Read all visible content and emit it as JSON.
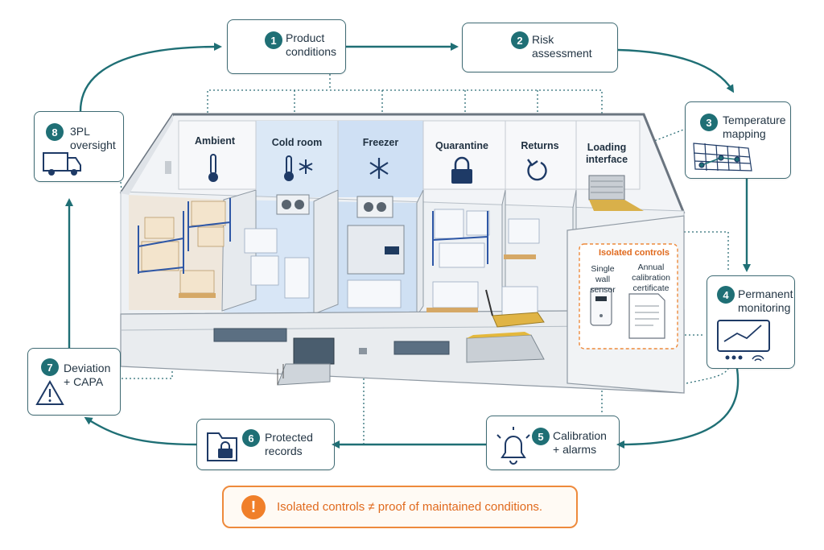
{
  "steps": [
    {
      "num": "1",
      "label_line1": "Product",
      "label_line2": "conditions",
      "icon": "thermometer-icon"
    },
    {
      "num": "2",
      "label_line1": "Risk",
      "label_line2": "assessment",
      "icon": "clipboard-warning-icon"
    },
    {
      "num": "3",
      "label_line1": "Temperature",
      "label_line2": "mapping",
      "icon": "grid-map-icon"
    },
    {
      "num": "4",
      "label_line1": "Permanent",
      "label_line2": "monitoring",
      "icon": "monitor-chart-icon"
    },
    {
      "num": "5",
      "label_line1": "Calibration",
      "label_line2": "+ alarms",
      "icon": "bell-icon"
    },
    {
      "num": "6",
      "label_line1": "Protected",
      "label_line2": "records",
      "icon": "locked-folder-icon"
    },
    {
      "num": "7",
      "label_line1": "Deviation",
      "label_line2": "+ CAPA",
      "icon": "warning-triangle-icon"
    },
    {
      "num": "8",
      "label_line1": "3PL",
      "label_line2": "oversight",
      "icon": "truck-icon"
    }
  ],
  "zones": [
    {
      "label": "Ambient"
    },
    {
      "label": "Cold room"
    },
    {
      "label": "Freezer"
    },
    {
      "label": "Quarantine"
    },
    {
      "label": "Returns"
    },
    {
      "label_line1": "Loading",
      "label_line2": "interface"
    }
  ],
  "isolated": {
    "title": "Isolated controls",
    "sensor_line1": "Single",
    "sensor_line2": "wall sensor",
    "cert_line1": "Annual",
    "cert_line2": "calibration",
    "cert_line3": "certificate"
  },
  "banner": {
    "icon": "!",
    "text": "Isolated controls ≠ proof of maintained conditions."
  },
  "colors": {
    "teal": "#1f6f75",
    "border": "#3f6b74",
    "orange": "#e06a1e",
    "cold_tint": "#dbe8f6"
  }
}
